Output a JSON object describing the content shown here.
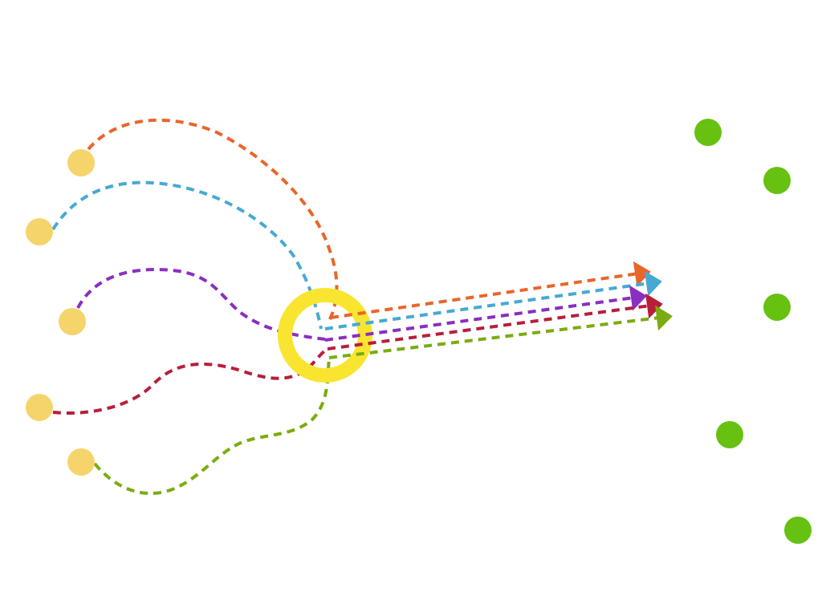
{
  "diagram": {
    "hub": {
      "ring_color": "#f9e530"
    },
    "sources": [
      {
        "id": "source-1",
        "color": "#f6d46c"
      },
      {
        "id": "source-2",
        "color": "#f6d46c"
      },
      {
        "id": "source-3",
        "color": "#f6d46c"
      },
      {
        "id": "source-4",
        "color": "#f6d46c"
      },
      {
        "id": "source-5",
        "color": "#f6d46c"
      }
    ],
    "targets": [
      {
        "id": "target-1",
        "color": "#66c111"
      },
      {
        "id": "target-2",
        "color": "#66c111"
      },
      {
        "id": "target-3",
        "color": "#66c111"
      },
      {
        "id": "target-4",
        "color": "#66c111"
      },
      {
        "id": "target-5",
        "color": "#66c111"
      }
    ],
    "flows": [
      {
        "id": "flow-orange",
        "color": "#e8662a"
      },
      {
        "id": "flow-blue",
        "color": "#46a9d4"
      },
      {
        "id": "flow-purple",
        "color": "#8a2ec0"
      },
      {
        "id": "flow-crimson",
        "color": "#b81e3a"
      },
      {
        "id": "flow-green",
        "color": "#7aac10"
      }
    ]
  }
}
